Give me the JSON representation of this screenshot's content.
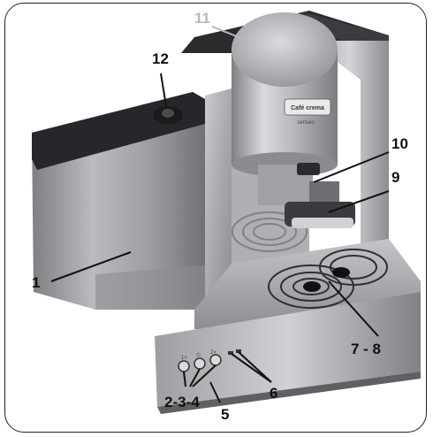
{
  "diagram": {
    "brand_badge": "Café crema",
    "brand_sub": "senseo",
    "panel_marks": [
      "1×",
      "⏻",
      "2×"
    ],
    "callouts": [
      {
        "id": "c1",
        "text": "1"
      },
      {
        "id": "c5",
        "text": "5"
      },
      {
        "id": "c6",
        "text": "6"
      },
      {
        "id": "c7",
        "text": "7 - 8"
      },
      {
        "id": "c9",
        "text": "9"
      },
      {
        "id": "c10",
        "text": "10"
      },
      {
        "id": "c11",
        "text": "11"
      },
      {
        "id": "c12",
        "text": "12"
      },
      {
        "id": "c234",
        "text": "2-3-4"
      }
    ]
  }
}
